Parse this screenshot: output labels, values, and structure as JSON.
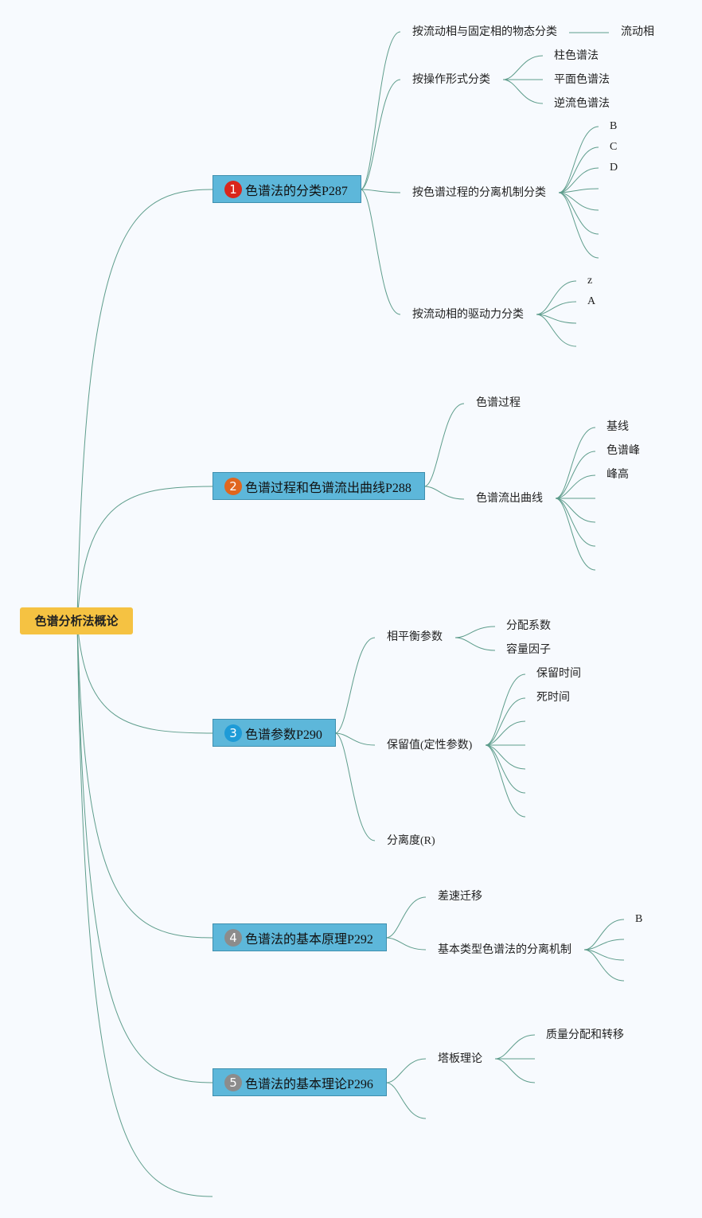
{
  "root": "色谱分析法概论",
  "colors": {
    "line": "#5e9d8c",
    "topic": "#5db7da",
    "root": "#f5c242",
    "badges": [
      "#d9261c",
      "#e0661f",
      "#1e9bd7",
      "#8c8c8c",
      "#8c8c8c"
    ]
  },
  "topics": [
    {
      "badge": "1",
      "label": "色谱法的分类P287",
      "children": [
        {
          "label": "按流动相与固定相的物态分类",
          "children": [
            "流动相"
          ]
        },
        {
          "label": "按操作形式分类",
          "children": [
            "柱色谱法",
            "平面色谱法",
            "逆流色谱法"
          ]
        },
        {
          "label": "按色谱过程的分离机制分类",
          "children": [
            "B",
            "C",
            "D"
          ]
        },
        {
          "label": "按流动相的驱动力分类",
          "children": [
            "z",
            "A"
          ]
        }
      ]
    },
    {
      "badge": "2",
      "label": "色谱过程和色谱流出曲线P288",
      "children": [
        {
          "label": "色谱过程"
        },
        {
          "label": "色谱流出曲线",
          "children": [
            "基线",
            "色谱峰",
            "峰高"
          ]
        }
      ]
    },
    {
      "badge": "3",
      "label": "色谱参数P290",
      "children": [
        {
          "label": "相平衡参数",
          "children": [
            "分配系数",
            "容量因子"
          ]
        },
        {
          "label": "保留值(定性参数)",
          "children": [
            "保留时间",
            "死时间"
          ]
        },
        {
          "label": "分离度(R)"
        }
      ]
    },
    {
      "badge": "4",
      "label": "色谱法的基本原理P292",
      "children": [
        {
          "label": "差速迁移"
        },
        {
          "label": "基本类型色谱法的分离机制",
          "children": [
            "B"
          ]
        }
      ]
    },
    {
      "badge": "5",
      "label": "色谱法的基本理论P296",
      "children": [
        {
          "label": "塔板理论",
          "children": [
            "质量分配和转移"
          ]
        }
      ]
    }
  ]
}
